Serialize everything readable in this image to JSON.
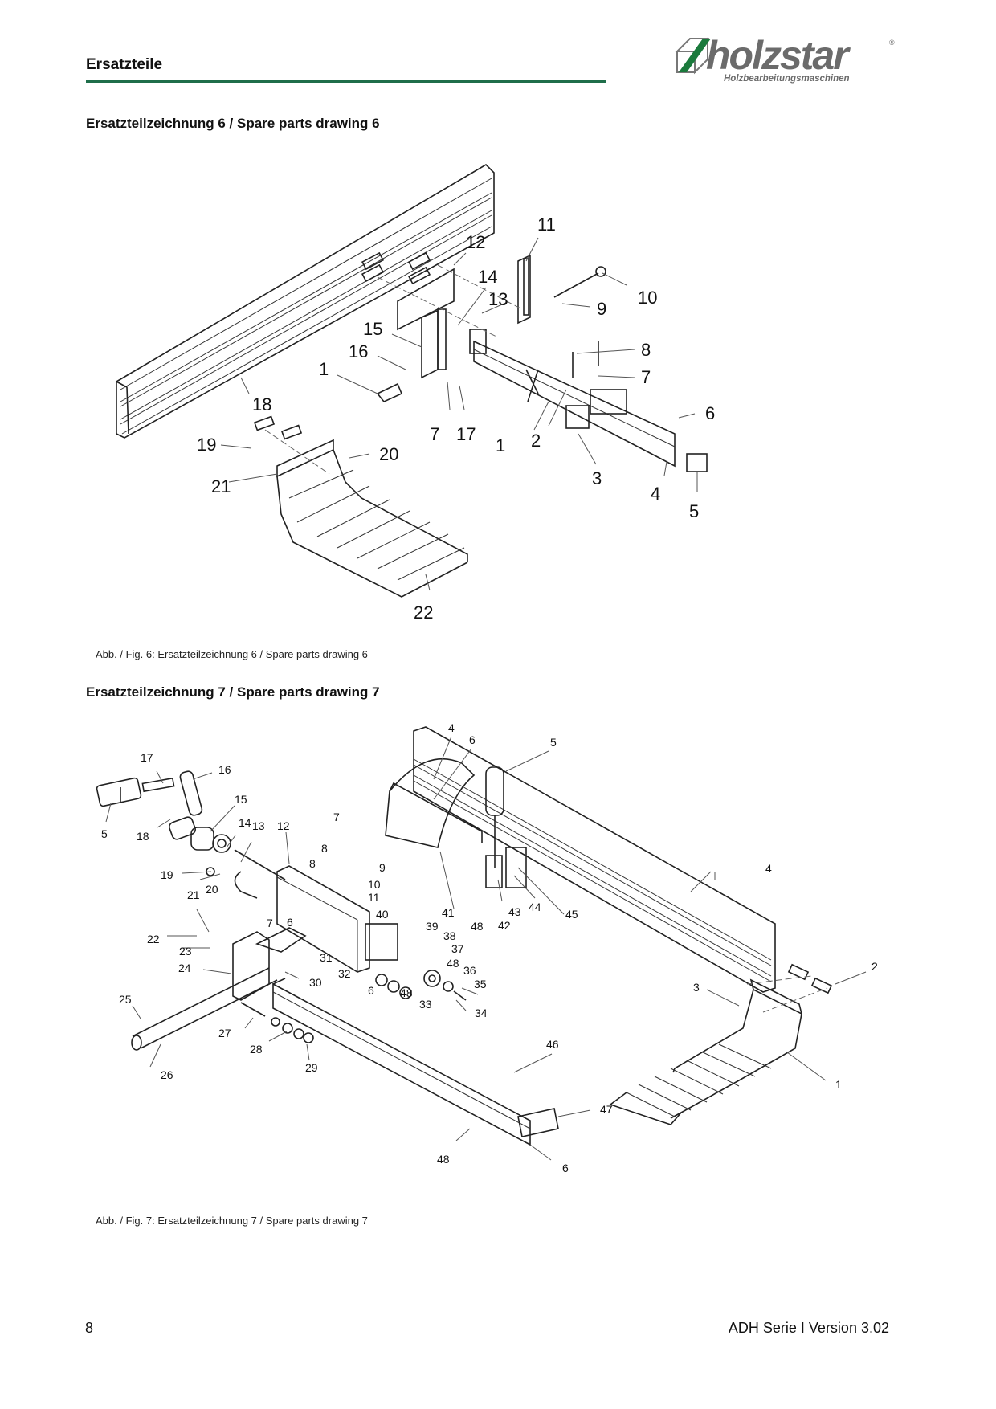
{
  "header": {
    "section_title": "Ersatzteile",
    "logo": {
      "brand": "holzstar",
      "tagline": "Holzbearbeitungsmaschinen",
      "registered_mark": "®",
      "accent_color": "#1a7a3c",
      "text_color": "#6b6b6b"
    },
    "rule_color": "#1f6e4a"
  },
  "drawing6": {
    "heading": "Ersatzteilzeichnung 6 / Spare parts drawing 6",
    "caption": "Abb. / Fig. 6: Ersatzteilzeichnung 6 / Spare parts drawing 6",
    "callouts": [
      "11",
      "12",
      "14",
      "13",
      "10",
      "9",
      "15",
      "16",
      "8",
      "1",
      "7",
      "18",
      "6",
      "7",
      "17",
      "1",
      "2",
      "19",
      "20",
      "3",
      "21",
      "4",
      "5",
      "22"
    ]
  },
  "drawing7": {
    "heading": "Ersatzteilzeichnung 7 / Spare parts drawing 7",
    "caption": "Abb. / Fig. 7: Ersatzteilzeichnung 7 / Spare parts drawing 7",
    "callouts": [
      "4",
      "6",
      "5",
      "17",
      "16",
      "15",
      "5",
      "18",
      "14",
      "13",
      "12",
      "7",
      "8",
      "8",
      "9",
      "19",
      "20",
      "10",
      "11",
      "21",
      "6",
      "40",
      "41",
      "43",
      "44",
      "45",
      "7",
      "39",
      "42",
      "48",
      "38",
      "22",
      "37",
      "23",
      "31",
      "48",
      "24",
      "32",
      "36",
      "35",
      "30",
      "6",
      "48",
      "33",
      "34",
      "25",
      "27",
      "28",
      "29",
      "26",
      "46",
      "47",
      "48",
      "6",
      "4",
      "2",
      "3",
      "1"
    ]
  },
  "footer": {
    "page_number": "8",
    "document_version": "ADH Serie I Version 3.02"
  }
}
